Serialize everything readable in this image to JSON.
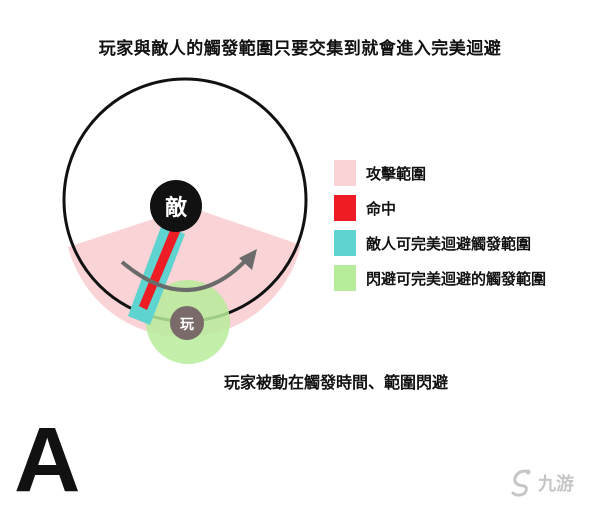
{
  "title": "玩家與敵人的觸發範圍只要交集到就會進入完美迴避",
  "diagram": {
    "enemy_label": "敵",
    "player_label": "玩"
  },
  "legend": [
    {
      "label": "攻擊範圍",
      "color": "#f9d3d5"
    },
    {
      "label": "命中",
      "color": "#ee1c24"
    },
    {
      "label": "敵人可完美迴避觸發範圍",
      "color": "#5fd3d0"
    },
    {
      "label": "閃避可完美迴避的觸發範圍",
      "color": "#b7ec9a"
    }
  ],
  "caption": "玩家被動在觸發時間、範圍閃避",
  "panel_letter": "A",
  "watermark": {
    "text": "九游"
  }
}
